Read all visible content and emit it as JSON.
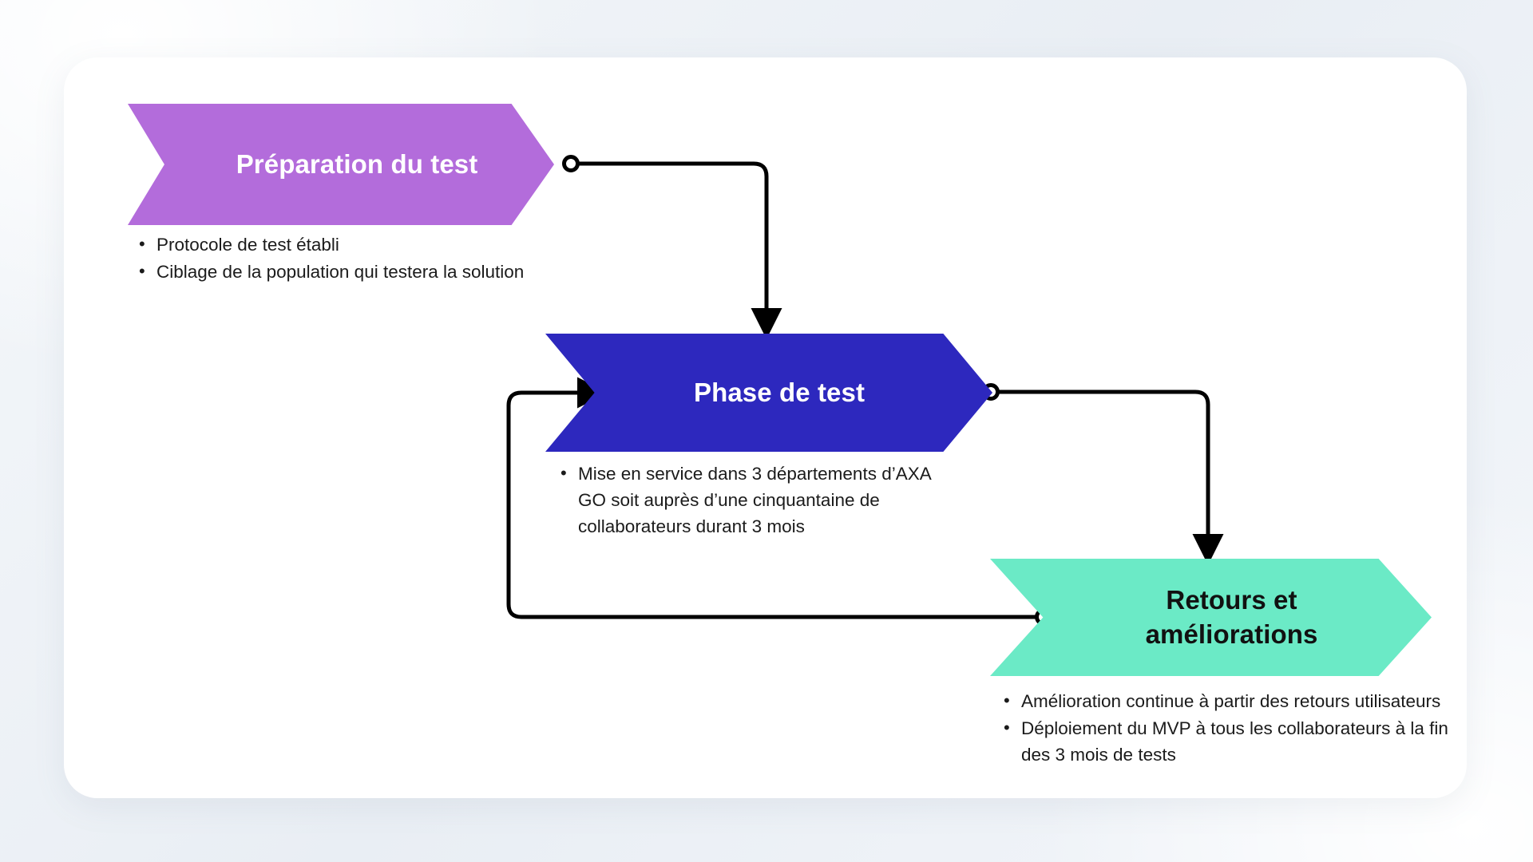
{
  "canvas": {
    "background_color": "#eef2f7",
    "card_color": "#ffffff"
  },
  "diagram": {
    "type": "flowchart",
    "orientation": "left-to-right cascading",
    "connector_color": "#000000",
    "nodes": [
      {
        "id": "preparation",
        "label": "Préparation du test",
        "shape": "chevron",
        "fill_color": "#b36cdb",
        "text_color": "#ffffff",
        "bullets": [
          "Protocole de test établi",
          "Ciblage de la population qui testera la solution"
        ]
      },
      {
        "id": "phase-de-test",
        "label": "Phase de test",
        "shape": "chevron",
        "fill_color": "#2d28be",
        "text_color": "#ffffff",
        "bullets": [
          "Mise en service dans 3 départements d’AXA GO soit auprès d’une cinquantaine de collaborateurs durant 3 mois"
        ]
      },
      {
        "id": "retours-ameliorations",
        "label_line1": "Retours et",
        "label_line2": "améliorations",
        "shape": "chevron",
        "fill_color": "#6beac6",
        "text_color": "#111111",
        "bullets": [
          "Amélioration continue à partir des retours utilisateurs",
          "Déploiement du MVP à tous les collaborateurs à la fin des 3 mois de tests"
        ]
      }
    ],
    "edges": [
      {
        "id": "edge-prep-to-phase",
        "from": "preparation",
        "to": "phase-de-test",
        "start_marker": "open-circle",
        "end_marker": "arrow"
      },
      {
        "id": "edge-phase-to-retours",
        "from": "phase-de-test",
        "to": "retours-ameliorations",
        "start_marker": "open-circle",
        "end_marker": "arrow"
      },
      {
        "id": "edge-feedback-loop",
        "from": "retours-ameliorations",
        "to": "phase-de-test",
        "start_marker": "open-circle",
        "end_marker": "arrow"
      }
    ]
  }
}
